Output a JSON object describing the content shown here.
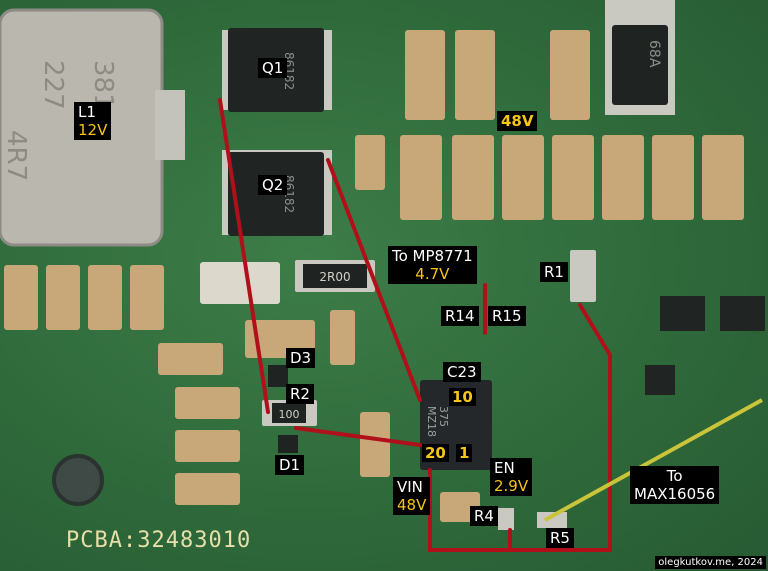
{
  "components": {
    "L1": {
      "name": "L1",
      "voltage": "12V",
      "marking_lines": [
        "381",
        "227",
        "4R7"
      ]
    },
    "Q1": {
      "name": "Q1",
      "marking": "86182"
    },
    "Q2": {
      "name": "Q2",
      "marking": "86182"
    },
    "D3": {
      "name": "D3"
    },
    "R2": {
      "name": "R2",
      "marking": "100"
    },
    "D1": {
      "name": "D1"
    },
    "R1": {
      "name": "R1"
    },
    "R14": {
      "name": "R14"
    },
    "R15": {
      "name": "R15"
    },
    "C23": {
      "name": "C23"
    },
    "R4": {
      "name": "R4"
    },
    "R5": {
      "name": "R5"
    },
    "resistor_2r00": {
      "marking": "2R00"
    },
    "diode_top": {
      "marking": "68A"
    },
    "chip": {
      "marking_lines": [
        "MZ18",
        "375"
      ]
    }
  },
  "rails": {
    "bus48": {
      "voltage": "48V"
    },
    "mp8771": {
      "name": "To MP8771",
      "voltage": "4.7V"
    },
    "vin": {
      "name": "VIN",
      "voltage": "48V"
    },
    "en": {
      "name": "EN",
      "voltage": "2.9V"
    },
    "max": {
      "line1": "To",
      "line2": "MAX16056"
    }
  },
  "pins": {
    "pin10": "10",
    "pin20": "20",
    "pin1": "1"
  },
  "silkscreen": "PCBA:32483010",
  "credit": "olegkutkov.me, 2024",
  "colors": {
    "pcb": "#2f6b3c",
    "trace": "#b0101a",
    "trace_yellow": "#c9c43a",
    "label_bg": "#000000",
    "label_voltage": "#f5c518",
    "capacitor": "#c8a778",
    "ic_body": "#202423"
  }
}
